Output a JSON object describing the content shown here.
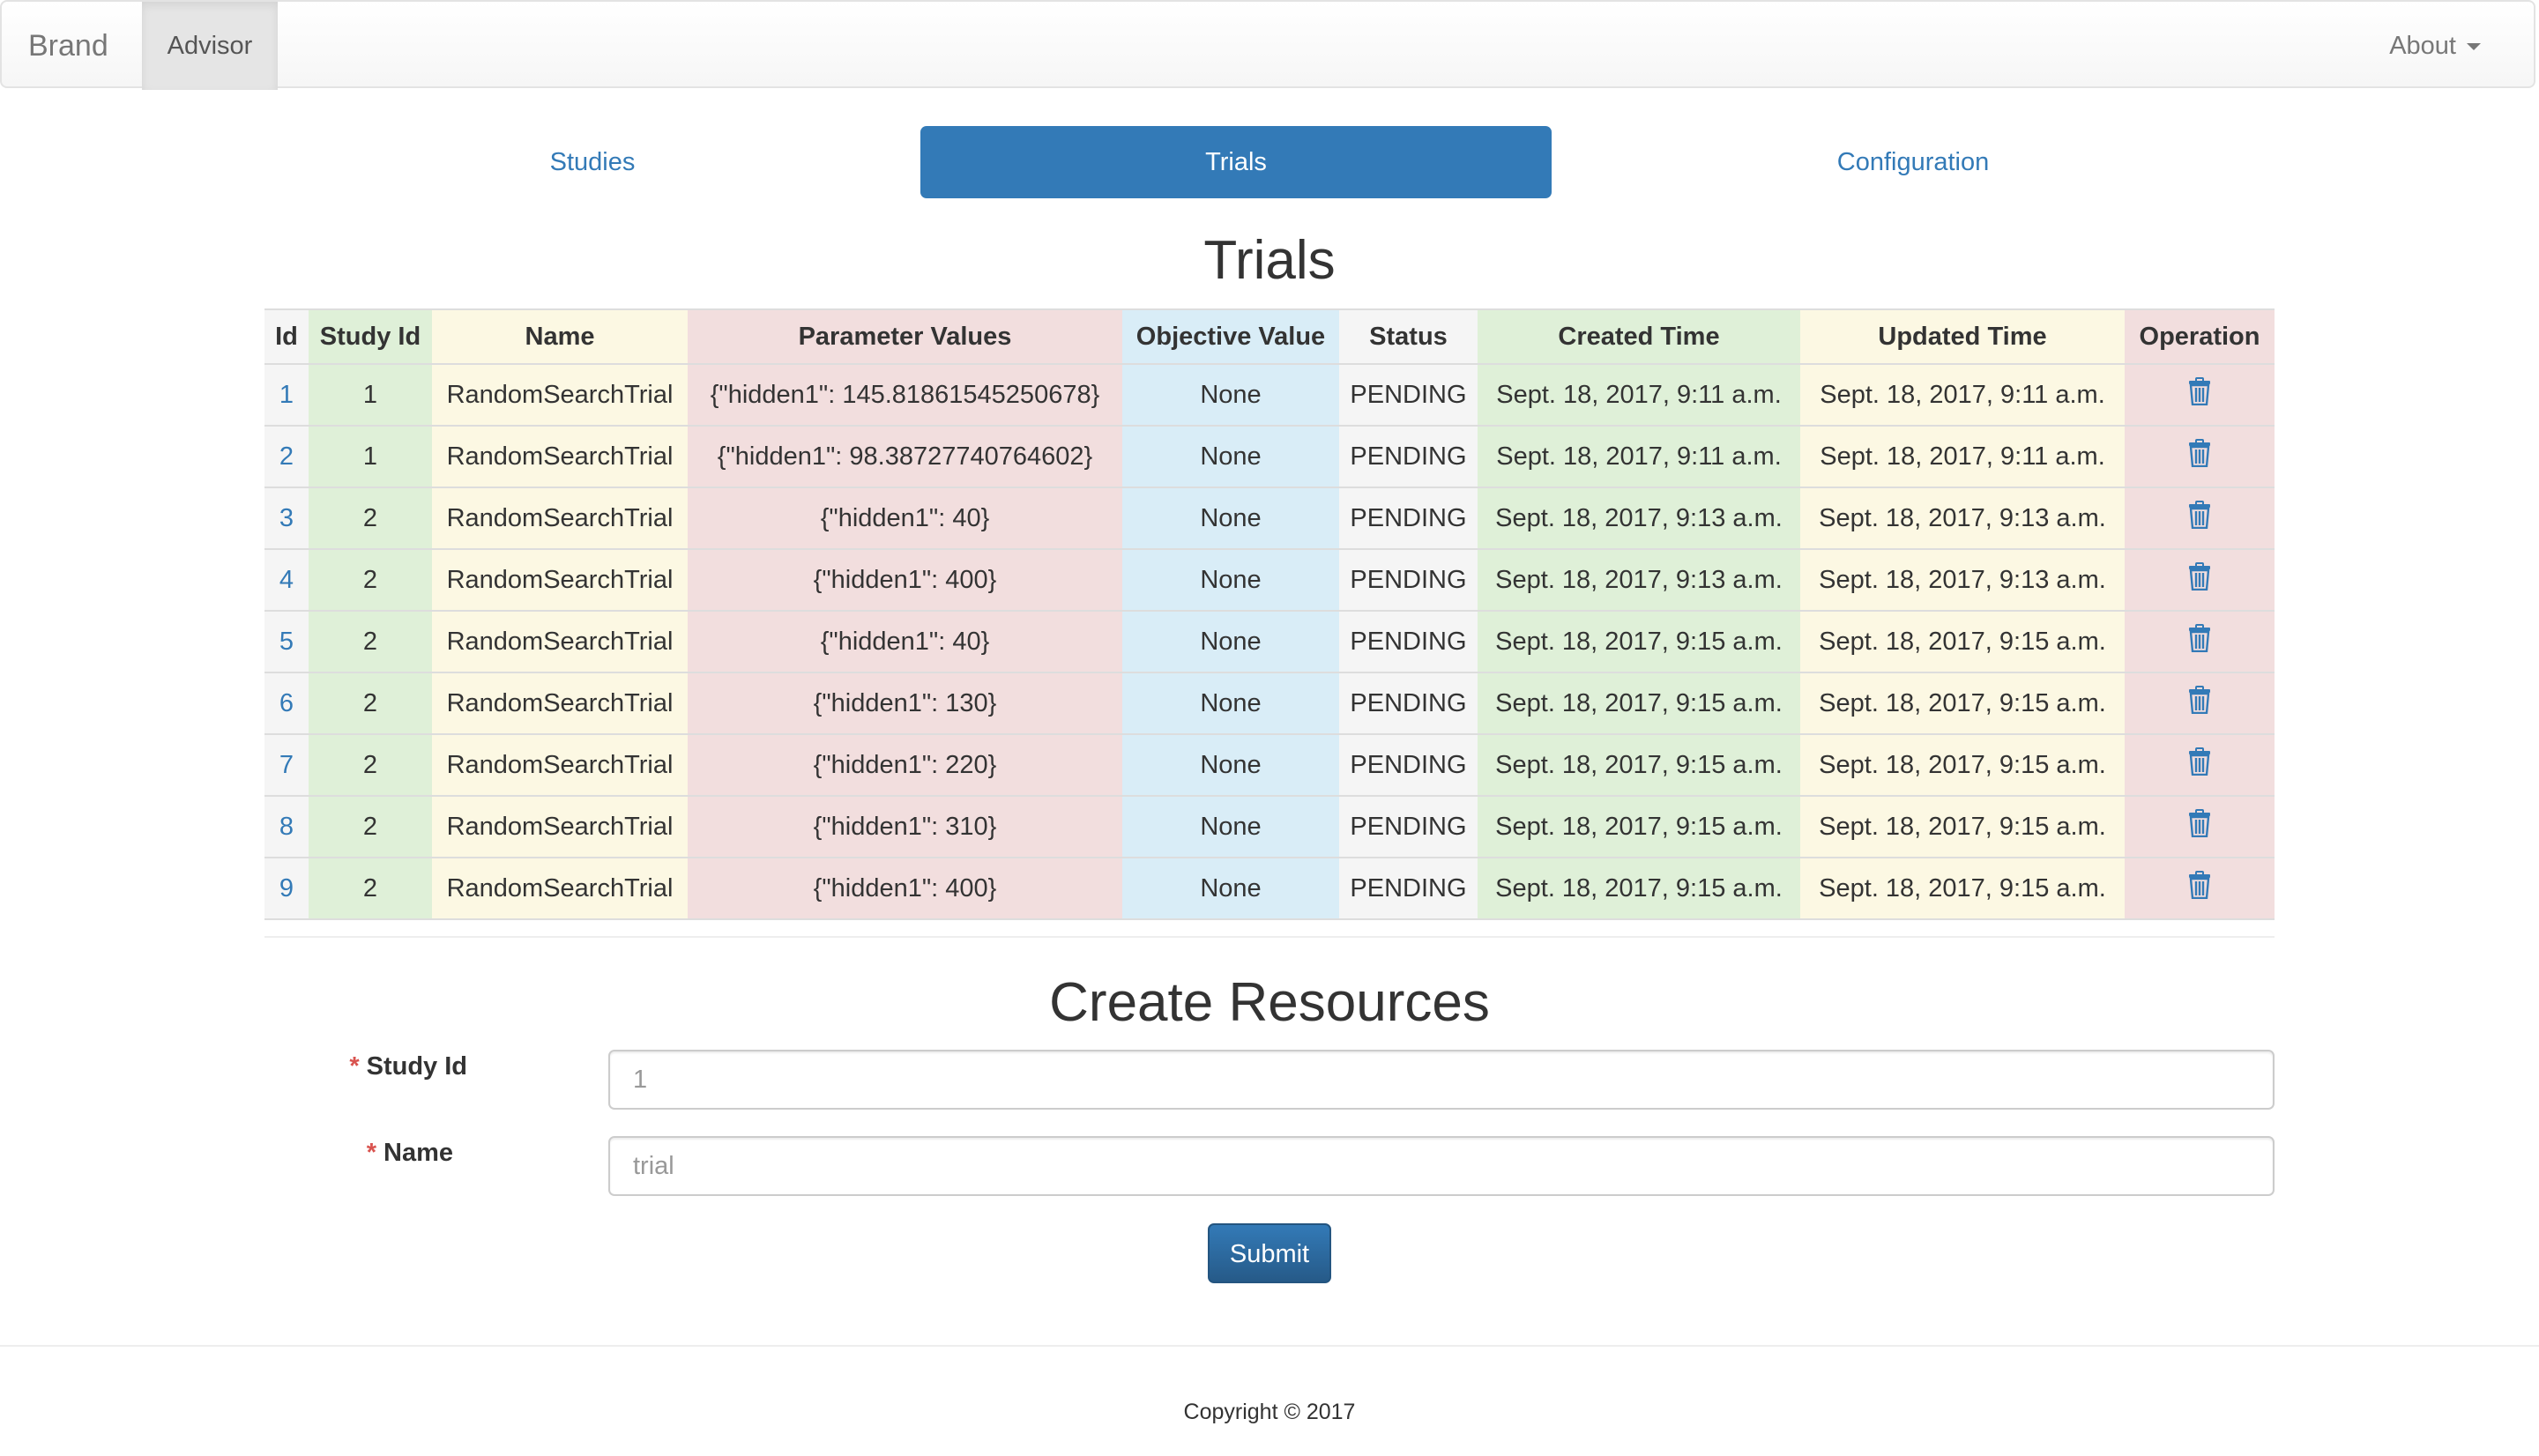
{
  "navbar": {
    "brand": "Brand",
    "active_item": "Advisor",
    "about": "About"
  },
  "tabs": [
    {
      "label": "Studies"
    },
    {
      "label": "Trials"
    },
    {
      "label": "Configuration"
    }
  ],
  "page_title": "Trials",
  "table": {
    "headers": [
      "Id",
      "Study Id",
      "Name",
      "Parameter Values",
      "Objective Value",
      "Status",
      "Created Time",
      "Updated Time",
      "Operation"
    ],
    "rows": [
      {
        "id": "1",
        "study_id": "1",
        "name": "RandomSearchTrial",
        "params": "{\"hidden1\": 145.81861545250678}",
        "objective": "None",
        "status": "PENDING",
        "created": "Sept. 18, 2017, 9:11 a.m.",
        "updated": "Sept. 18, 2017, 9:11 a.m."
      },
      {
        "id": "2",
        "study_id": "1",
        "name": "RandomSearchTrial",
        "params": "{\"hidden1\": 98.38727740764602}",
        "objective": "None",
        "status": "PENDING",
        "created": "Sept. 18, 2017, 9:11 a.m.",
        "updated": "Sept. 18, 2017, 9:11 a.m."
      },
      {
        "id": "3",
        "study_id": "2",
        "name": "RandomSearchTrial",
        "params": "{\"hidden1\": 40}",
        "objective": "None",
        "status": "PENDING",
        "created": "Sept. 18, 2017, 9:13 a.m.",
        "updated": "Sept. 18, 2017, 9:13 a.m."
      },
      {
        "id": "4",
        "study_id": "2",
        "name": "RandomSearchTrial",
        "params": "{\"hidden1\": 400}",
        "objective": "None",
        "status": "PENDING",
        "created": "Sept. 18, 2017, 9:13 a.m.",
        "updated": "Sept. 18, 2017, 9:13 a.m."
      },
      {
        "id": "5",
        "study_id": "2",
        "name": "RandomSearchTrial",
        "params": "{\"hidden1\": 40}",
        "objective": "None",
        "status": "PENDING",
        "created": "Sept. 18, 2017, 9:15 a.m.",
        "updated": "Sept. 18, 2017, 9:15 a.m."
      },
      {
        "id": "6",
        "study_id": "2",
        "name": "RandomSearchTrial",
        "params": "{\"hidden1\": 130}",
        "objective": "None",
        "status": "PENDING",
        "created": "Sept. 18, 2017, 9:15 a.m.",
        "updated": "Sept. 18, 2017, 9:15 a.m."
      },
      {
        "id": "7",
        "study_id": "2",
        "name": "RandomSearchTrial",
        "params": "{\"hidden1\": 220}",
        "objective": "None",
        "status": "PENDING",
        "created": "Sept. 18, 2017, 9:15 a.m.",
        "updated": "Sept. 18, 2017, 9:15 a.m."
      },
      {
        "id": "8",
        "study_id": "2",
        "name": "RandomSearchTrial",
        "params": "{\"hidden1\": 310}",
        "objective": "None",
        "status": "PENDING",
        "created": "Sept. 18, 2017, 9:15 a.m.",
        "updated": "Sept. 18, 2017, 9:15 a.m."
      },
      {
        "id": "9",
        "study_id": "2",
        "name": "RandomSearchTrial",
        "params": "{\"hidden1\": 400}",
        "objective": "None",
        "status": "PENDING",
        "created": "Sept. 18, 2017, 9:15 a.m.",
        "updated": "Sept. 18, 2017, 9:15 a.m."
      }
    ],
    "operation_icon": "trash-icon"
  },
  "form": {
    "title": "Create Resources",
    "required_marker": "*",
    "study_id_label": "Study Id",
    "study_id_placeholder": "1",
    "name_label": "Name",
    "name_placeholder": "trial",
    "submit_label": "Submit"
  },
  "footer": {
    "copyright": "Copyright © 2017"
  },
  "colors": {
    "primary": "#337ab7",
    "required": "#d9534f",
    "success_cell": "#dff0d8",
    "warning_cell": "#fcf8e3",
    "danger_cell": "#f2dede",
    "info_cell": "#d9edf7",
    "active_cell": "#f5f5f5"
  }
}
